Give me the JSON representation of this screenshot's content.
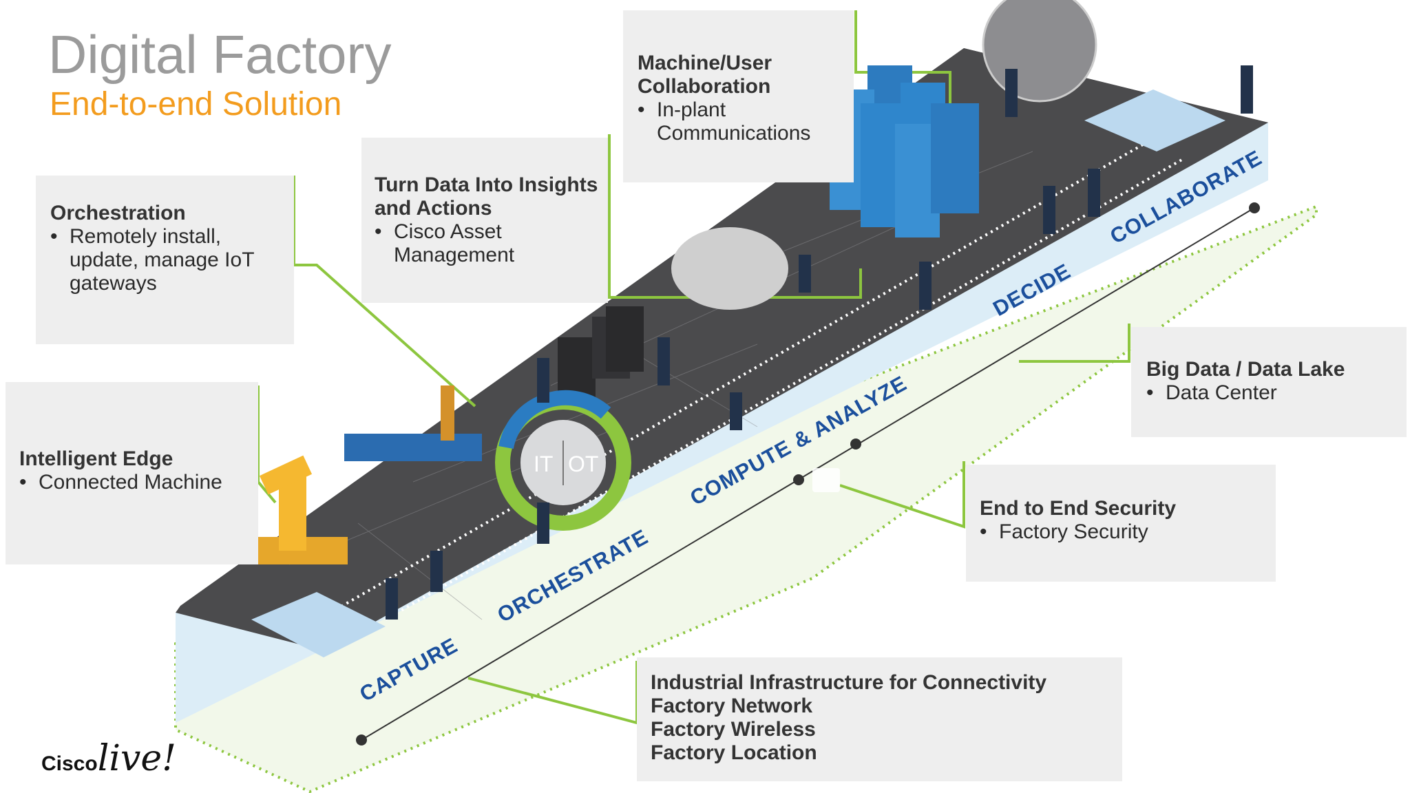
{
  "header": {
    "title": "Digital Factory",
    "subtitle": "End-to-end Solution"
  },
  "callouts": {
    "orchestration": {
      "heading": "Orchestration",
      "bullets": [
        "Remotely install, update, manage IoT gateways"
      ]
    },
    "insights": {
      "heading": "Turn Data Into Insights and Actions",
      "bullets": [
        "Cisco Asset Management"
      ]
    },
    "collaboration": {
      "heading": "Machine/User Collaboration",
      "bullets": [
        "In-plant Communications"
      ]
    },
    "edge": {
      "heading": "Intelligent Edge",
      "bullets": [
        "Connected Machine"
      ]
    },
    "bigdata": {
      "heading": "Big Data / Data Lake",
      "bullets": [
        "Data Center"
      ]
    },
    "security": {
      "heading": "End to End Security",
      "bullets": [
        "Factory Security"
      ]
    },
    "infrastructure": {
      "heading": "Industrial Infrastructure for Connectivity",
      "lines": [
        "Factory Network",
        "Factory Wireless",
        "Factory Location"
      ]
    }
  },
  "stages": [
    "CAPTURE",
    "ORCHESTRATE",
    "COMPUTE & ANALYZE",
    "DECIDE",
    "COLLABORATE"
  ],
  "itot": {
    "it": "IT",
    "ot": "OT"
  },
  "logo": {
    "brand": "Cisco",
    "event": "live!"
  },
  "colors": {
    "title": "#9b9b9b",
    "subtitle": "#f39c1e",
    "callout_bg": "#eeeeee",
    "connector": "#8dc63f",
    "stage_text": "#1b4f9c",
    "platform_top": "#4a4a4c",
    "platform_side": "#d8ecf6"
  }
}
